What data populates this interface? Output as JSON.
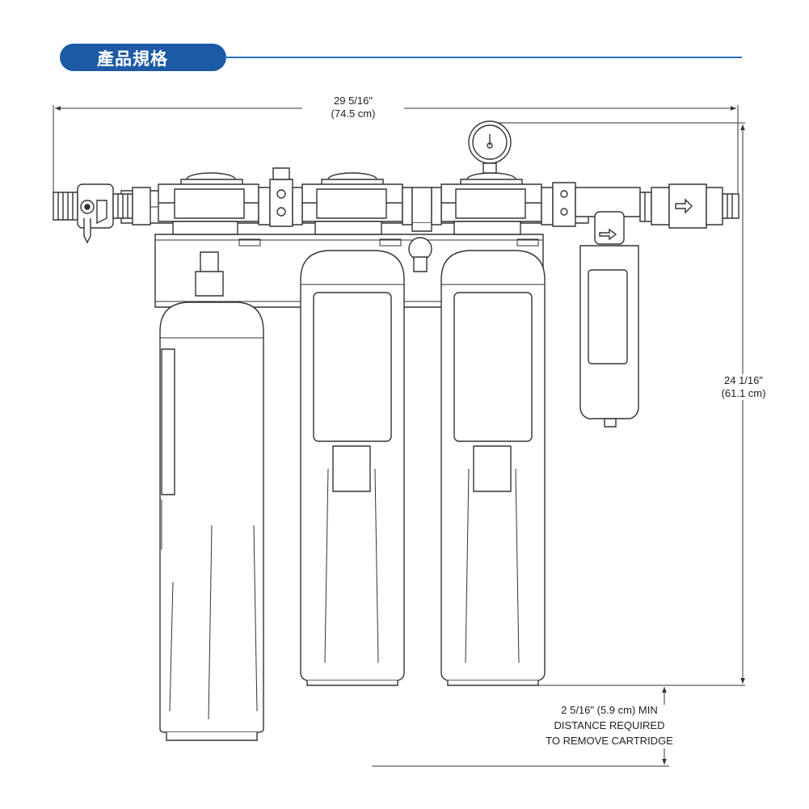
{
  "header": {
    "title": "產品規格",
    "accent_color": "#1d5aa6",
    "line_color": "#2a73bf"
  },
  "dimensions": {
    "width_in": "29 5/16\"",
    "width_cm": "(74.5 cm)",
    "height_in": "24 1/16\"",
    "height_cm": "(61.1 cm)",
    "clearance_line1": "2 5/16\" (5.9 cm) MIN",
    "clearance_line2": "DISTANCE REQUIRED",
    "clearance_line3": "TO REMOVE CARTRIDGE"
  },
  "icons": [
    "pressure-gauge-icon",
    "flow-arrow-icon",
    "shutoff-valve-icon"
  ]
}
